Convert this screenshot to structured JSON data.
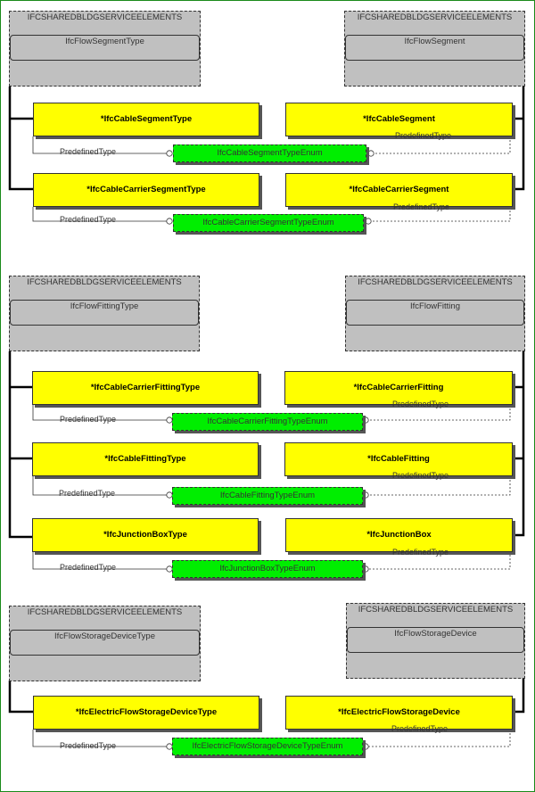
{
  "section1": {
    "ref_left": {
      "schema": "IFCSHAREDBLDGSERVICEELEMENTS",
      "name": "IfcFlowSegmentType"
    },
    "ref_right": {
      "schema": "IFCSHAREDBLDGSERVICEELEMENTS",
      "name": "IfcFlowSegment"
    },
    "rows": [
      {
        "type": "*IfcCableSegmentType",
        "occ": "*IfcCableSegment",
        "enum": "IfcCableSegmentTypeEnum",
        "attr_left": "PredefinedType",
        "attr_right": "PredefinedType"
      },
      {
        "type": "*IfcCableCarrierSegmentType",
        "occ": "*IfcCableCarrierSegment",
        "enum": "IfcCableCarrierSegmentTypeEnum",
        "attr_left": "PredefinedType",
        "attr_right": "PredefinedType"
      }
    ]
  },
  "section2": {
    "ref_left": {
      "schema": "IFCSHAREDBLDGSERVICEELEMENTS",
      "name": "IfcFlowFittingType"
    },
    "ref_right": {
      "schema": "IFCSHAREDBLDGSERVICEELEMENTS",
      "name": "IfcFlowFitting"
    },
    "rows": [
      {
        "type": "*IfcCableCarrierFittingType",
        "occ": "*IfcCableCarrierFitting",
        "enum": "IfcCableCarrierFittingTypeEnum",
        "attr_left": "PredefinedType",
        "attr_right": "PredefinedType"
      },
      {
        "type": "*IfcCableFittingType",
        "occ": "*IfcCableFitting",
        "enum": "IfcCableFittingTypeEnum",
        "attr_left": "PredefinedType",
        "attr_right": "PredefinedType"
      },
      {
        "type": "*IfcJunctionBoxType",
        "occ": "*IfcJunctionBox",
        "enum": "IfcJunctionBoxTypeEnum",
        "attr_left": "PredefinedType",
        "attr_right": "PredefinedType"
      }
    ]
  },
  "section3": {
    "ref_left": {
      "schema": "IFCSHAREDBLDGSERVICEELEMENTS",
      "name": "IfcFlowStorageDeviceType"
    },
    "ref_right": {
      "schema": "IFCSHAREDBLDGSERVICEELEMENTS",
      "name": "IfcFlowStorageDevice"
    },
    "rows": [
      {
        "type": "*IfcElectricFlowStorageDeviceType",
        "occ": "*IfcElectricFlowStorageDevice",
        "enum": "IfcElectricFlowStorageDeviceTypeEnum",
        "attr_left": "PredefinedType",
        "attr_right": "PredefinedType"
      }
    ]
  }
}
